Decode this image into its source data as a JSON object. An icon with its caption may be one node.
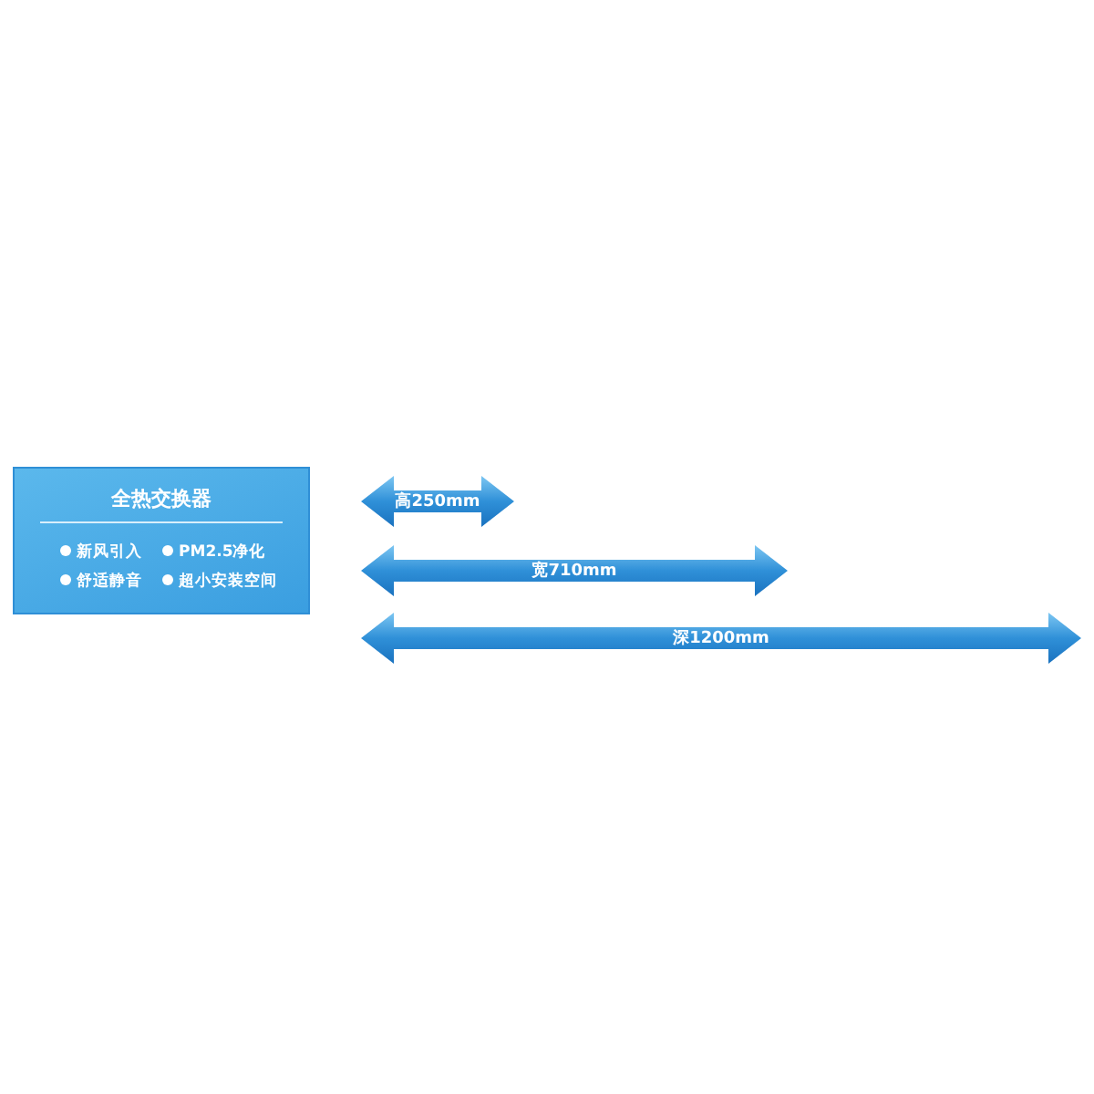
{
  "diagram": {
    "nodes": [
      {
        "text": [
          "全热交换器",
          "新风引入",
          "PM2.5净化",
          "舒适静音",
          "超小安装空间"
        ]
      }
    ],
    "labels": [
      "高250mm",
      "宽710mm",
      "深1200mm"
    ]
  }
}
